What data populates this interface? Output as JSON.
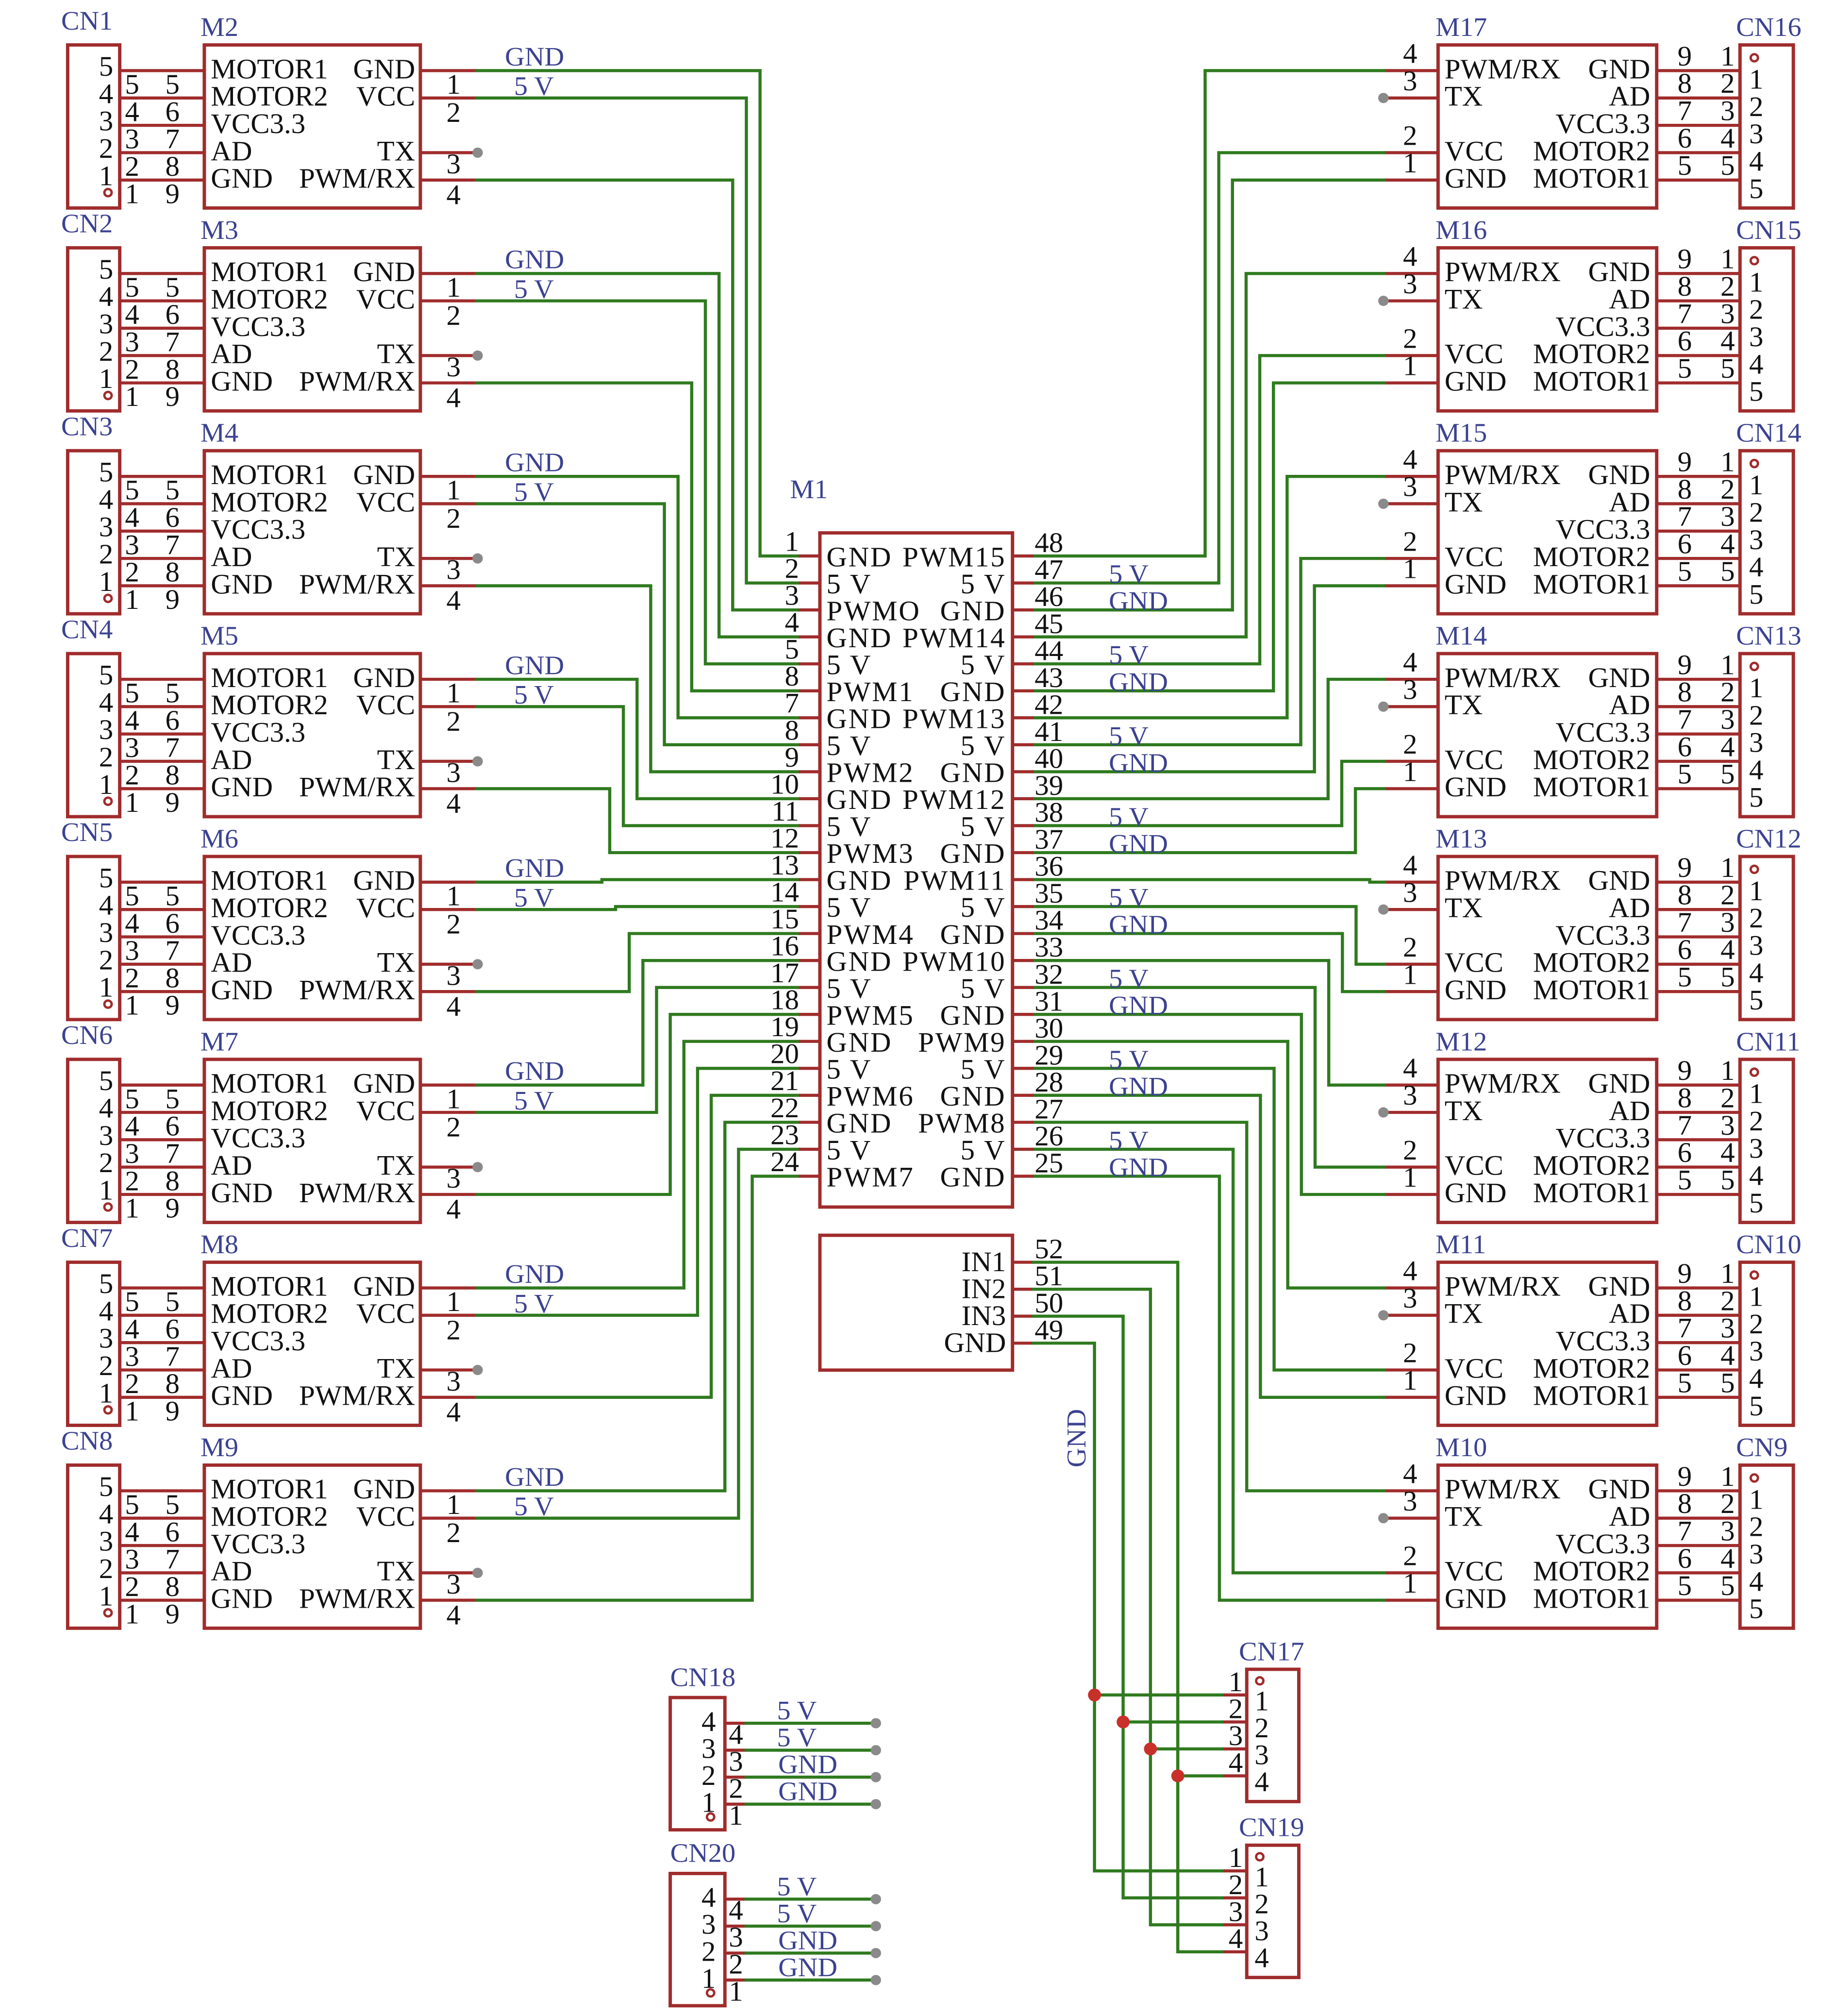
{
  "colors": {
    "part": "#a02c2c",
    "wire": "#2f7a1f",
    "label": "#3b4290",
    "junction": "#c8302a",
    "open_pin": "#8a8a8a"
  },
  "left_rows": [
    {
      "cn": "CN1",
      "module": "M2"
    },
    {
      "cn": "CN2",
      "module": "M3"
    },
    {
      "cn": "CN3",
      "module": "M4"
    },
    {
      "cn": "CN4",
      "module": "M5"
    },
    {
      "cn": "CN5",
      "module": "M6"
    },
    {
      "cn": "CN6",
      "module": "M7"
    },
    {
      "cn": "CN7",
      "module": "M8"
    },
    {
      "cn": "CN8",
      "module": "M9"
    }
  ],
  "right_rows": [
    {
      "module": "M17",
      "cn": "CN16"
    },
    {
      "module": "M16",
      "cn": "CN15"
    },
    {
      "module": "M15",
      "cn": "CN14"
    },
    {
      "module": "M14",
      "cn": "CN13"
    },
    {
      "module": "M13",
      "cn": "CN12"
    },
    {
      "module": "M12",
      "cn": "CN11"
    },
    {
      "module": "M11",
      "cn": "CN10"
    },
    {
      "module": "M10",
      "cn": "CN9"
    }
  ],
  "motor_left": {
    "cn_pins": [
      "5",
      "4",
      "3",
      "2",
      "1"
    ],
    "links": [
      [
        "5",
        "5"
      ],
      [
        "4",
        "6"
      ],
      [
        "3",
        "7"
      ],
      [
        "2",
        "8"
      ],
      [
        "1",
        "9"
      ]
    ],
    "left_names": [
      "MOTOR1",
      "MOTOR2",
      "VCC3.3",
      "AD",
      "GND"
    ],
    "right_names": [
      "GND",
      "VCC",
      "",
      "TX",
      "PWM/RX"
    ],
    "right_numbers": [
      "1",
      "2",
      "3",
      "4"
    ],
    "net_labels": [
      "GND",
      "5 V"
    ]
  },
  "motor_right": {
    "left_names": [
      "PWM/RX",
      "TX",
      "",
      "VCC",
      "GND"
    ],
    "left_numbers": [
      "4",
      "3",
      "2",
      "1"
    ],
    "right_names": [
      "GND",
      "AD",
      "VCC3.3",
      "MOTOR2",
      "MOTOR1"
    ],
    "links": [
      [
        "9",
        "1"
      ],
      [
        "8",
        "2"
      ],
      [
        "7",
        "3"
      ],
      [
        "6",
        "4"
      ],
      [
        "5",
        "5"
      ]
    ],
    "cn_pins": [
      "1",
      "2",
      "3",
      "4",
      "5"
    ]
  },
  "m1": {
    "label": "M1",
    "left_numbers": [
      "1",
      "2",
      "3",
      "4",
      "5",
      "8",
      "7",
      "8",
      "9",
      "10",
      "11",
      "12",
      "13",
      "14",
      "15",
      "16",
      "17",
      "18",
      "19",
      "20",
      "21",
      "22",
      "23",
      "24"
    ],
    "left_names": [
      "GND",
      "5 V",
      "PWMO",
      "GND",
      "5 V",
      "PWM1",
      "GND",
      "5 V",
      "PWM2",
      "GND",
      "5 V",
      "PWM3",
      "GND",
      "5 V",
      "PWM4",
      "GND",
      "5 V",
      "PWM5",
      "GND",
      "5 V",
      "PWM6",
      "GND",
      "5 V",
      "PWM7"
    ],
    "right_numbers": [
      "48",
      "47",
      "46",
      "45",
      "44",
      "43",
      "42",
      "41",
      "40",
      "39",
      "38",
      "37",
      "36",
      "35",
      "34",
      "33",
      "32",
      "31",
      "30",
      "29",
      "28",
      "27",
      "26",
      "25"
    ],
    "right_names": [
      "PWM15",
      "5 V",
      "GND",
      "PWM14",
      "5 V",
      "GND",
      "PWM13",
      "5 V",
      "GND",
      "PWM12",
      "5 V",
      "GND",
      "PWM11",
      "5 V",
      "GND",
      "PWM10",
      "5 V",
      "GND",
      "PWM9",
      "5 V",
      "GND",
      "PWM8",
      "5 V",
      "GND"
    ],
    "right_net_labels": [
      "",
      "5 V",
      "GND",
      "",
      "5 V",
      "GND",
      "",
      "5 V",
      "GND",
      "",
      "5 V",
      "GND",
      "",
      "5 V",
      "GND",
      "",
      "5 V",
      "GND",
      "",
      "5 V",
      "GND",
      "",
      "5 V",
      "GND"
    ]
  },
  "input_block": {
    "names": [
      "IN1",
      "IN2",
      "IN3",
      "GND"
    ],
    "numbers": [
      "52",
      "51",
      "50",
      "49"
    ],
    "net_label": "GND"
  },
  "cn17": {
    "label": "CN17",
    "outer": [
      "1",
      "2",
      "3",
      "4"
    ],
    "inner": [
      "1",
      "2",
      "3",
      "4"
    ]
  },
  "cn19": {
    "label": "CN19",
    "outer": [
      "1",
      "2",
      "3",
      "4"
    ],
    "inner": [
      "1",
      "2",
      "3",
      "4"
    ]
  },
  "cn18": {
    "label": "CN18",
    "inner": [
      "4",
      "3",
      "2",
      "1"
    ],
    "outer": [
      "4",
      "3",
      "2",
      "1"
    ],
    "nets": [
      "5 V",
      "5 V",
      "GND",
      "GND"
    ]
  },
  "cn20": {
    "label": "CN20",
    "inner": [
      "4",
      "3",
      "2",
      "1"
    ],
    "outer": [
      "4",
      "3",
      "2",
      "1"
    ],
    "nets": [
      "5 V",
      "5 V",
      "GND",
      "GND"
    ]
  }
}
